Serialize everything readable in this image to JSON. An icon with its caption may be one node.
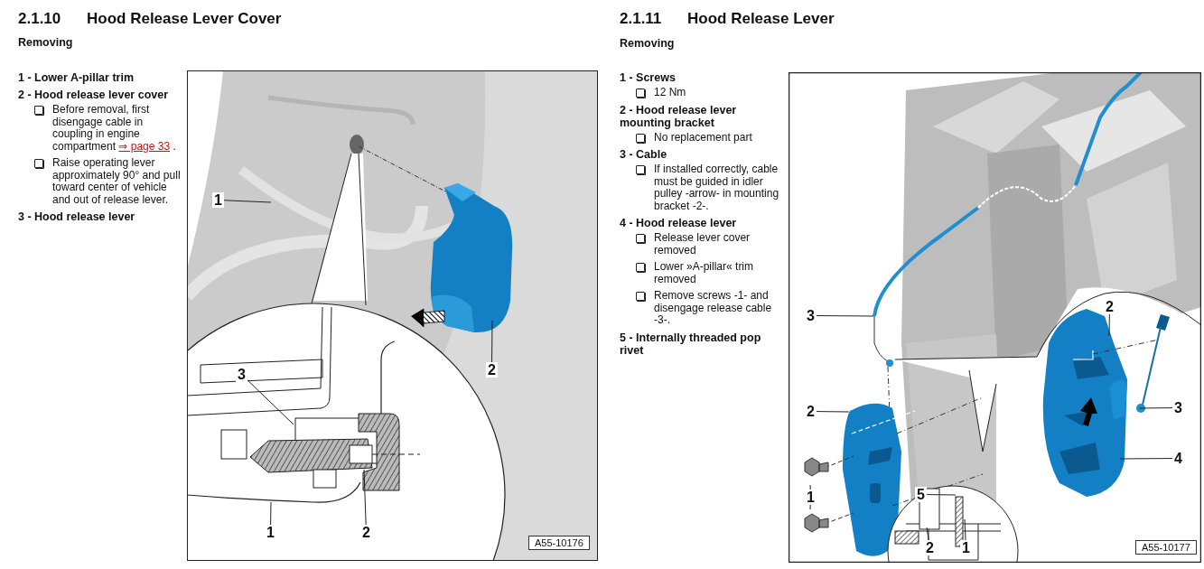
{
  "diagram": {
    "nodes": [
      {
        "text": [
          "1"
        ]
      },
      {
        "text": [
          "2"
        ]
      },
      {
        "text": [
          "3"
        ]
      },
      {
        "text": [
          "1"
        ]
      },
      {
        "text": [
          "2"
        ]
      },
      {
        "text": [
          "3"
        ]
      },
      {
        "text": [
          "2"
        ]
      },
      {
        "text": [
          "1"
        ]
      },
      {
        "text": [
          "2"
        ]
      },
      {
        "text": [
          "3"
        ]
      },
      {
        "text": [
          "4"
        ]
      },
      {
        "text": [
          "5"
        ]
      },
      {
        "text": [
          "2"
        ]
      },
      {
        "text": [
          "1"
        ]
      }
    ],
    "edges": [
      {
        "from": 0,
        "to": null,
        "arrow": "none"
      },
      {
        "from": 1,
        "to": null,
        "arrow": "none"
      },
      {
        "from": 2,
        "to": null,
        "arrow": "none"
      },
      {
        "from": 3,
        "to": null,
        "arrow": "none"
      },
      {
        "from": 4,
        "to": null,
        "arrow": "none"
      },
      {
        "from": 5,
        "to": null,
        "arrow": "none"
      },
      {
        "from": 6,
        "to": null,
        "arrow": "none"
      },
      {
        "from": 7,
        "to": null,
        "arrow": "none"
      },
      {
        "from": 7,
        "to": null,
        "arrow": "none"
      },
      {
        "from": 8,
        "to": null,
        "arrow": "none"
      },
      {
        "from": 9,
        "to": null,
        "arrow": "none"
      },
      {
        "from": 10,
        "to": null,
        "arrow": "none"
      },
      {
        "from": 11,
        "to": null,
        "arrow": "none"
      },
      {
        "from": 12,
        "to": null,
        "arrow": "none"
      },
      {
        "from": 13,
        "to": null,
        "arrow": "none"
      }
    ],
    "labels": [
      "2.1.10",
      "Hood Release Lever Cover",
      "Removing",
      "1 - Lower A-pillar trim",
      "2 - Hood release lever cover",
      "Before removal, first disengage cable in coupling in engine compartment",
      "⇒ page 33",
      ".",
      "Raise operating lever approximately 90° and pull toward center of vehicle and out of release lever.",
      "3 - Hood release lever",
      "A55-10176",
      "2.1.11",
      "Hood Release Lever",
      "Removing",
      "1 - Screws",
      "12 Nm",
      "2 - Hood release lever mounting bracket",
      "No replacement part",
      "3 - Cable",
      "If installed correctly, cable must be guided in idler pulley -arrow- in mounting bracket -2-.",
      "4 - Hood release lever",
      "Release lever cover removed",
      "Lower »A-pillar« trim removed",
      "Remove screws -1- and disengage release cable -3-.",
      "5 - Internally threaded pop rivet",
      "A55-10177"
    ]
  }
}
